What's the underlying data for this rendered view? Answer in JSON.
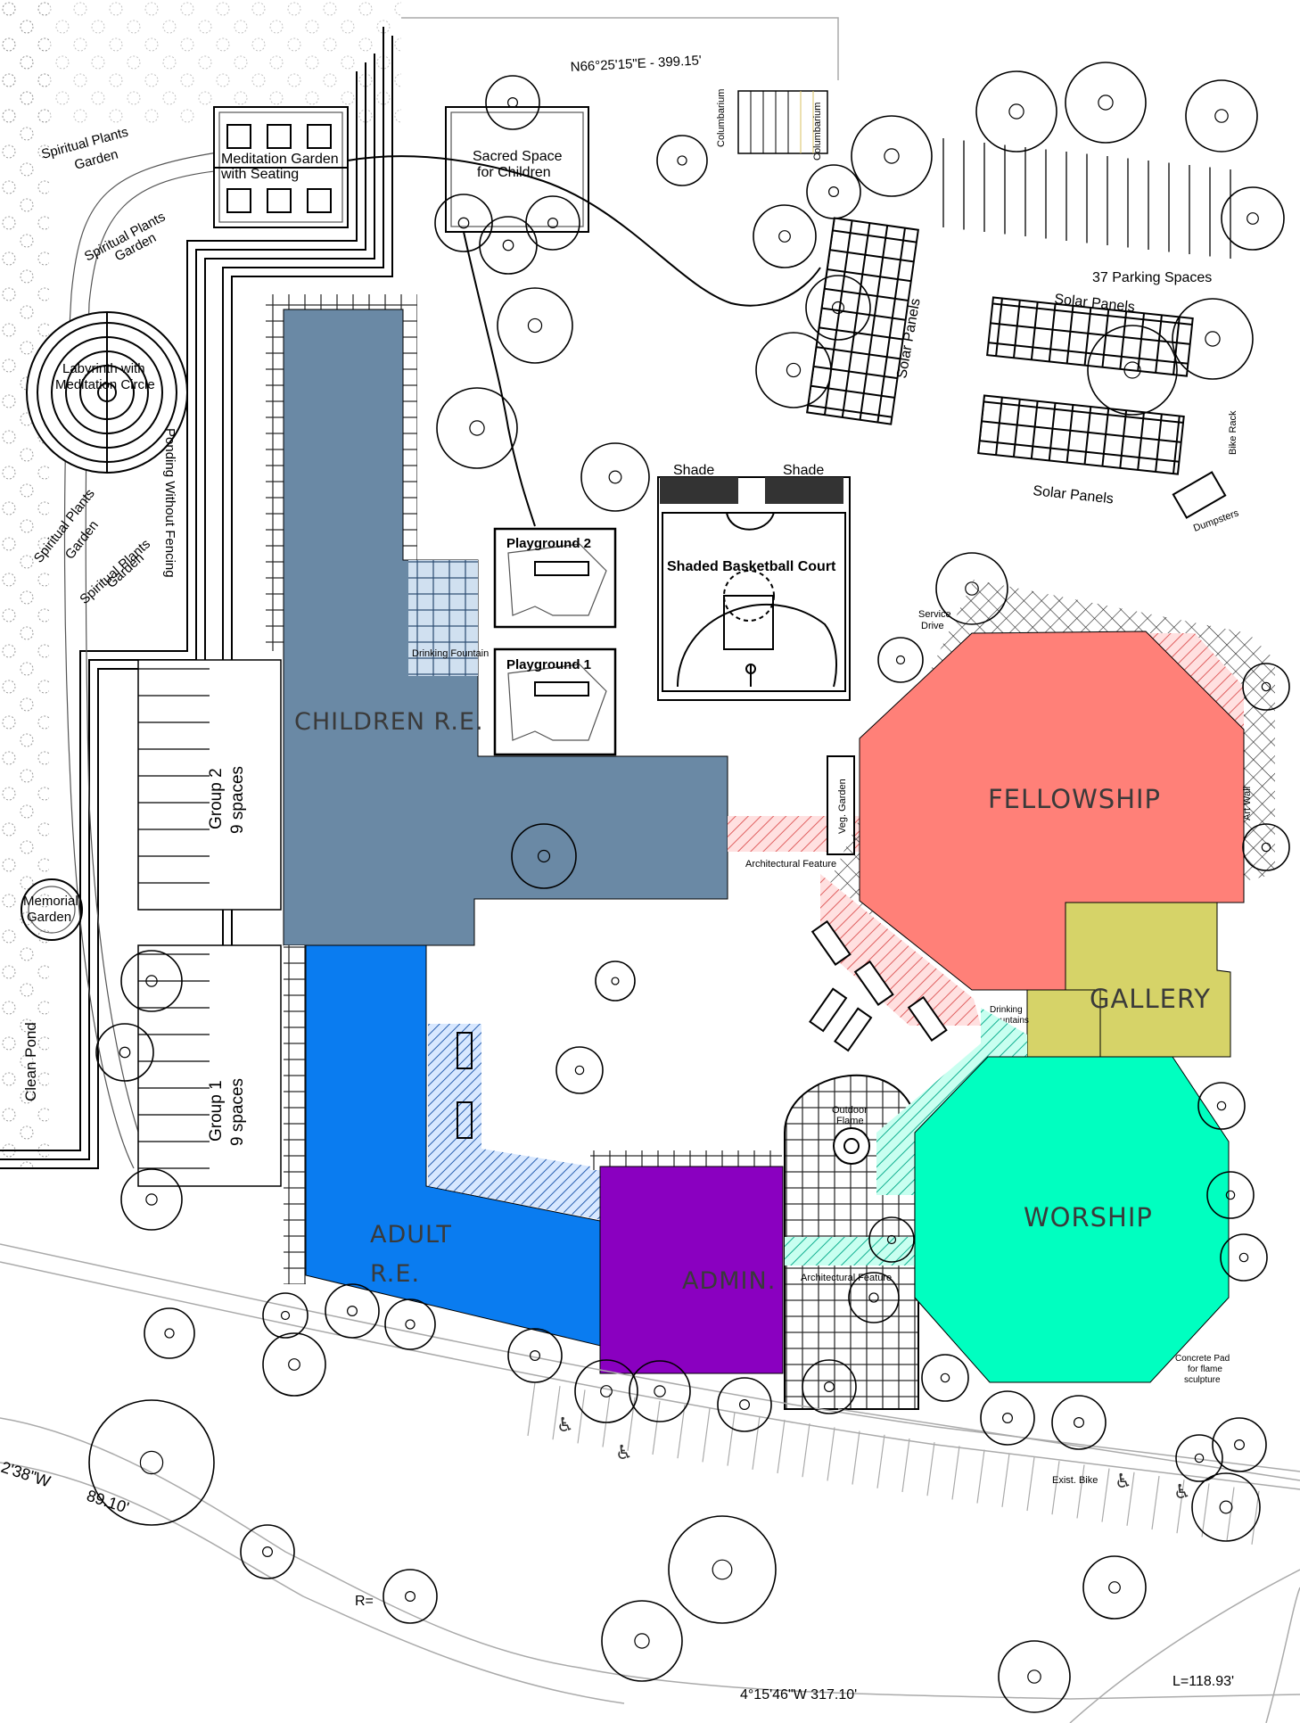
{
  "boundary": {
    "north_bearing": "N66°25'15\"E - 399.15'",
    "west_bearing": "2'38\"W",
    "west_distance": "89.10'",
    "south_bearing": "4°15'46\"W 317.10'",
    "curve_radius": "R=",
    "curve_length": "L=118.93'"
  },
  "buildings": {
    "children_re": {
      "label": "CHILDREN R.E.",
      "color": "#6a89a5"
    },
    "adult_re": {
      "line1": "ADULT",
      "line2": "R.E.",
      "color": "#0a7cf0"
    },
    "admin": {
      "label": "ADMIN.",
      "color": "#8a00c0"
    },
    "fellowship": {
      "label": "FELLOWSHIP",
      "color": "#ff8078"
    },
    "gallery": {
      "label": "GALLERY",
      "color": "#d6d368"
    },
    "worship": {
      "label": "WORSHIP",
      "color": "#00ffc0"
    }
  },
  "labels": {
    "spiritual_plants_1": [
      "Spiritual Plants",
      "Garden"
    ],
    "spiritual_plants_2": [
      "Spiritual Plants",
      "Garden"
    ],
    "spiritual_plants_3": [
      "Spiritual Plants",
      "Garden"
    ],
    "spiritual_plants_4": [
      "Spiritual Plants",
      "Garden"
    ],
    "meditation_garden": [
      "Meditation Garden",
      "with Seating"
    ],
    "sacred_space": [
      "Sacred Space",
      "for Children"
    ],
    "columbarium_1": "Columbarium",
    "columbarium_2": "Columbarium",
    "labyrinth": [
      "Labyrinth with",
      "Meditation Circle"
    ],
    "ponding": "Ponding Without Fencing",
    "memorial_garden": [
      "Memorial",
      "Garden"
    ],
    "clean_pond": "Clean Pond",
    "group2": [
      "Group 2",
      "9 spaces"
    ],
    "group1": [
      "Group 1",
      "9 spaces"
    ],
    "solar_panels_vertical": "Solar Panels",
    "solar_panels_top": "Solar Panels",
    "solar_panels_bottom": "Solar Panels",
    "parking_spaces": "37 Parking Spaces",
    "bike_rack": "Bike Rack",
    "dumpsters": "Dumpsters",
    "shade_1": "Shade",
    "shade_2": "Shade",
    "basketball": "Shaded Basketball Court",
    "playground_2": "Playground 2",
    "playground_1": "Playground 1",
    "drinking_fountain_1": "Drinking Fountain",
    "drinking_fountain_2": [
      "Drinking",
      "Fountains"
    ],
    "service_drive": [
      "Service",
      "Drive"
    ],
    "veg_garden": "Veg. Garden",
    "art_wall": "Art Wall",
    "architectural_feature_1": "Architectural Feature",
    "architectural_feature_2": "Architectural Feature",
    "outdoor_flame": [
      "Outdoor",
      "Flame"
    ],
    "concrete_pad": [
      "Concrete Pad",
      "for flame",
      "sculpture"
    ],
    "exist_bike": "Exist. Bike"
  },
  "colors": {
    "hatch_red": "#e87070",
    "hatch_teal": "#20c8a0",
    "hatch_blue": "#3a6fb0",
    "linework": "#000000"
  }
}
